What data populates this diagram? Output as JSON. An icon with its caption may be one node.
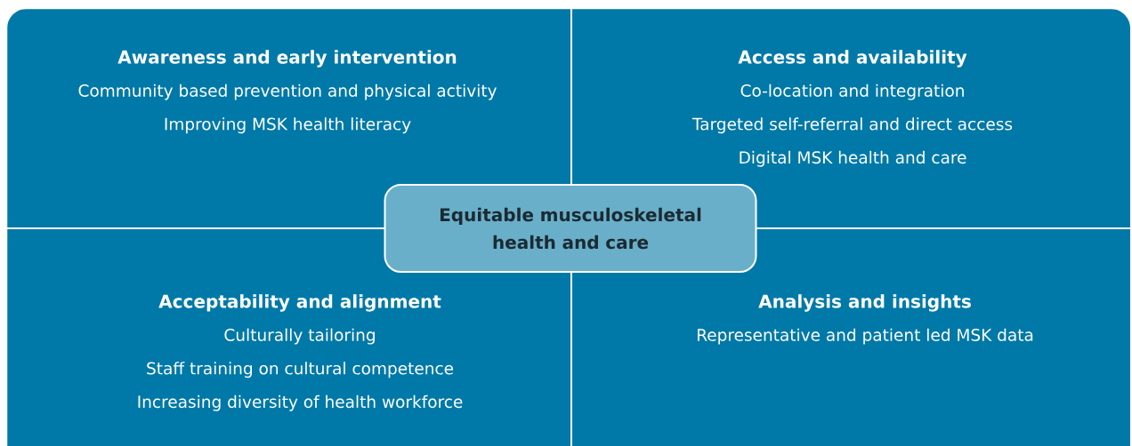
{
  "diagram": {
    "nodes": [
      {
        "text": [
          "Awareness and early intervention",
          "Community based prevention and physical activity",
          "Improving MSK health literacy"
        ]
      },
      {
        "text": [
          "Access and availability",
          "Co-location and integration",
          "Targeted self-referral and direct access",
          "Digital MSK health and care"
        ]
      },
      {
        "text": [
          "Equitable musculoskeletal health and care"
        ]
      },
      {
        "text": [
          "Acceptability and alignment",
          "Culturally tailoring",
          "Staff training on cultural competence",
          "Increasing diversity of health workforce"
        ]
      },
      {
        "text": [
          "Analysis and insights",
          "Representative and patient led MSK data"
        ]
      }
    ]
  }
}
